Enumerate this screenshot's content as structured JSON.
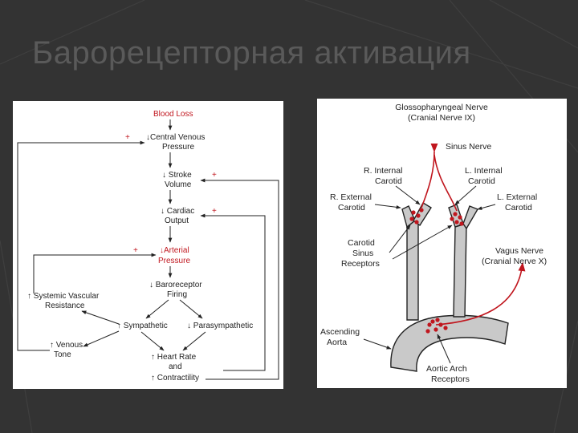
{
  "slide": {
    "title": "Барорецепторная активация"
  },
  "colors": {
    "background": "#333333",
    "title": "#5a5a5a",
    "accent_red": "#c0161e",
    "vessel_gray": "#c9c9c9"
  },
  "flowchart": {
    "blood_loss": "Blood Loss",
    "cvp_line1": "↓Central Venous",
    "cvp_line2": "Pressure",
    "sv_line1": "↓ Stroke",
    "sv_line2": "Volume",
    "co_line1": "↓ Cardiac",
    "co_line2": "Output",
    "ap_line1": "↓Arterial",
    "ap_line2": "Pressure",
    "baro_line1": "↓ Baroreceptor",
    "baro_line2": "Firing",
    "svr_line1": "↑ Systemic Vascular",
    "svr_line2": "Resistance",
    "sympathetic": "↑ Sympathetic",
    "parasympathetic": "↓ Parasympathetic",
    "vt_line1": "↑ Venous",
    "vt_line2": "Tone",
    "hr_line1": "↑ Heart Rate",
    "hr_line2": "and",
    "hr_line3": "↑ Contractility",
    "plus": "+"
  },
  "anatomy": {
    "glosso_line1": "Glossopharyngeal Nerve",
    "glosso_line2": "(Cranial Nerve IX)",
    "sinus_nerve": "Sinus Nerve",
    "r_internal_1": "R. Internal",
    "r_internal_2": "Carotid",
    "l_internal_1": "L. Internal",
    "l_internal_2": "Carotid",
    "r_external_1": "R. External",
    "r_external_2": "Carotid",
    "l_external_1": "L. External",
    "l_external_2": "Carotid",
    "csr_1": "Carotid",
    "csr_2": "Sinus",
    "csr_3": "Receptors",
    "vagus_1": "Vagus Nerve",
    "vagus_2": "(Cranial Nerve X)",
    "asc_1": "Ascending",
    "asc_2": "Aorta",
    "aar_1": "Aortic Arch",
    "aar_2": "Receptors"
  }
}
